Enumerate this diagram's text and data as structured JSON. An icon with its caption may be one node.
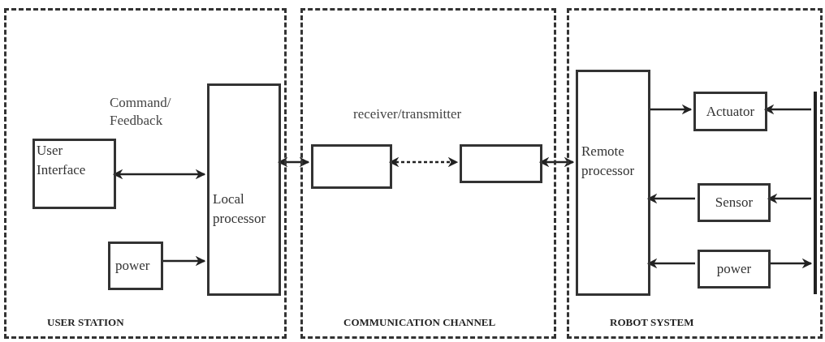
{
  "diagram": {
    "nodes": [
      {
        "text": [
          "USER STATION"
        ]
      },
      {
        "text": [
          "User Interface"
        ],
        "in": 0
      },
      {
        "text": [
          "power"
        ],
        "in": 0
      },
      {
        "text": [
          "Local processor"
        ],
        "in": 0
      },
      {
        "text": [
          "COMMUNICATION CHANNEL"
        ]
      },
      {
        "text": [],
        "shape": "box",
        "in": 4
      },
      {
        "text": [],
        "shape": "box",
        "in": 4
      },
      {
        "text": [
          "ROBOT SYSTEM"
        ]
      },
      {
        "text": [
          "Remote processor"
        ],
        "in": 7
      },
      {
        "text": [
          "Actuator"
        ],
        "in": 7
      },
      {
        "text": [
          "Sensor"
        ],
        "in": 7
      },
      {
        "text": [
          "power"
        ],
        "in": 7
      },
      {
        "text": [],
        "shape": "bar",
        "in": 7
      }
    ],
    "edges": [
      {
        "from": 1,
        "to": 3,
        "arrow": "both",
        "label": "Command/ Feedback"
      },
      {
        "from": 2,
        "to": 3,
        "arrow": "to"
      },
      {
        "from": 3,
        "to": 5,
        "arrow": "both"
      },
      {
        "from": 5,
        "to": 6,
        "arrow": "both",
        "style": "dashed"
      },
      {
        "from": 6,
        "to": 8,
        "arrow": "both"
      },
      {
        "from": 8,
        "to": 9,
        "arrow": "to"
      },
      {
        "from": 12,
        "to": 9,
        "arrow": "to"
      },
      {
        "from": 10,
        "to": 8,
        "arrow": "to"
      },
      {
        "from": 12,
        "to": 10,
        "arrow": "to"
      },
      {
        "from": 11,
        "to": 8,
        "arrow": "to"
      },
      {
        "from": 11,
        "to": 12,
        "arrow": "to"
      }
    ],
    "labels": [
      "receiver/transmitter"
    ]
  }
}
